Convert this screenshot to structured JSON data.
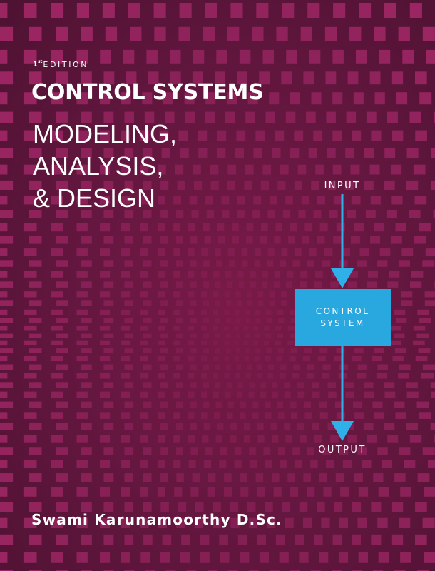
{
  "cover": {
    "edition_number": "1",
    "edition_suffix": "st",
    "edition_word": "EDITION",
    "title": "CONTROL SYSTEMS",
    "subtitle_lines": [
      "MODELING,",
      "ANALYSIS,",
      "& DESIGN"
    ],
    "author": "Swami Karunamoorthy D.Sc."
  },
  "diagram": {
    "input_label": "INPUT",
    "block_lines": [
      "CONTROL",
      "SYSTEM"
    ],
    "output_label": "OUTPUT"
  },
  "colors": {
    "background": "#651740",
    "pattern": "#a7296a",
    "block": "#29a8e0",
    "arrow": "#2fb0e8",
    "text": "#ffffff"
  }
}
